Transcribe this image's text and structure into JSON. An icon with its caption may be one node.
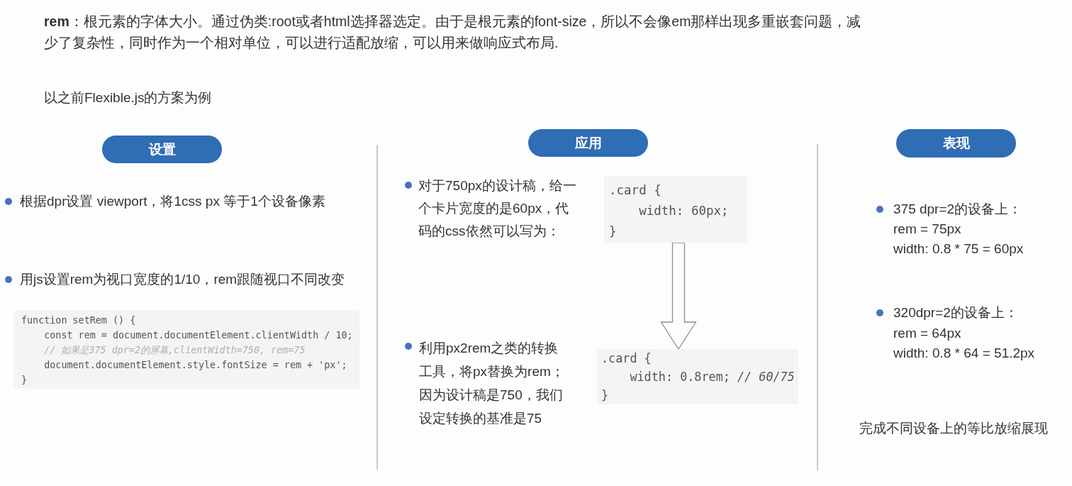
{
  "diagram": {
    "nodes": [
      {
        "text": [
          "设置"
        ]
      },
      {
        "text": [
          "应用"
        ]
      },
      {
        "text": [
          "表现"
        ]
      },
      {
        "text": [
          "function setRem () {",
          "const rem = document.documentElement.clientWidth / 10;",
          "// 如果是375 dpr=2的屏幕,clientWidth=750, rem=75",
          "document.documentElement.style.fontSize = rem + 'px';",
          "}"
        ]
      },
      {
        "text": [
          ".card {",
          "width: 60px;",
          "}"
        ]
      },
      {
        "text": [
          ".card {",
          "width: 0.8rem; *// 60/75*",
          "}"
        ]
      }
    ],
    "edges": [
      {
        "from": 4,
        "to": 5,
        "arrow": "to"
      }
    ],
    "labels": [
      "**rem**：根元素的字体大小。通过伪类:root或者html选择器选定。由于是根元素的font-size，所以不会像em那样出现多重嵌套问题，减少了复杂性，同时作为一个相对单位，可以进行适配放缩，可以用来做响应式布局.",
      "以之前Flexible.js的方案为例",
      "根据dpr设置 viewport，将1css px 等于1个设备像素",
      "用js设置rem为视口宽度的1/10，rem跟随视口不同改变",
      "对于750px的设计稿，给一个卡片宽度的是60px，代码的css依然可以写为：",
      "利用px2rem之类的转换工具，将px替换为rem；因为设计稿是750，我们设定转换的基准是75",
      "375 dpr=2的设备上：",
      "rem = 75px",
      "width: 0.8 * 75 = 60px",
      "320dpr=2的设备上：",
      "rem = 64px",
      "width: 0.8 * 64 = 51.2px",
      "完成不同设备上的等比放缩展现"
    ]
  }
}
